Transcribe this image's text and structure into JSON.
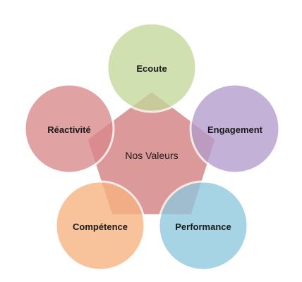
{
  "center": {
    "label": "Nos Valeurs",
    "color": "#d98f8f"
  },
  "values": [
    {
      "label": "Ecoute",
      "color": "#c4d89a"
    },
    {
      "label": "Engagement",
      "color": "#b49ccc"
    },
    {
      "label": "Performance",
      "color": "#8ec8de"
    },
    {
      "label": "Compétence",
      "color": "#f7b380"
    },
    {
      "label": "Réactivité",
      "color": "#d9888a"
    }
  ]
}
